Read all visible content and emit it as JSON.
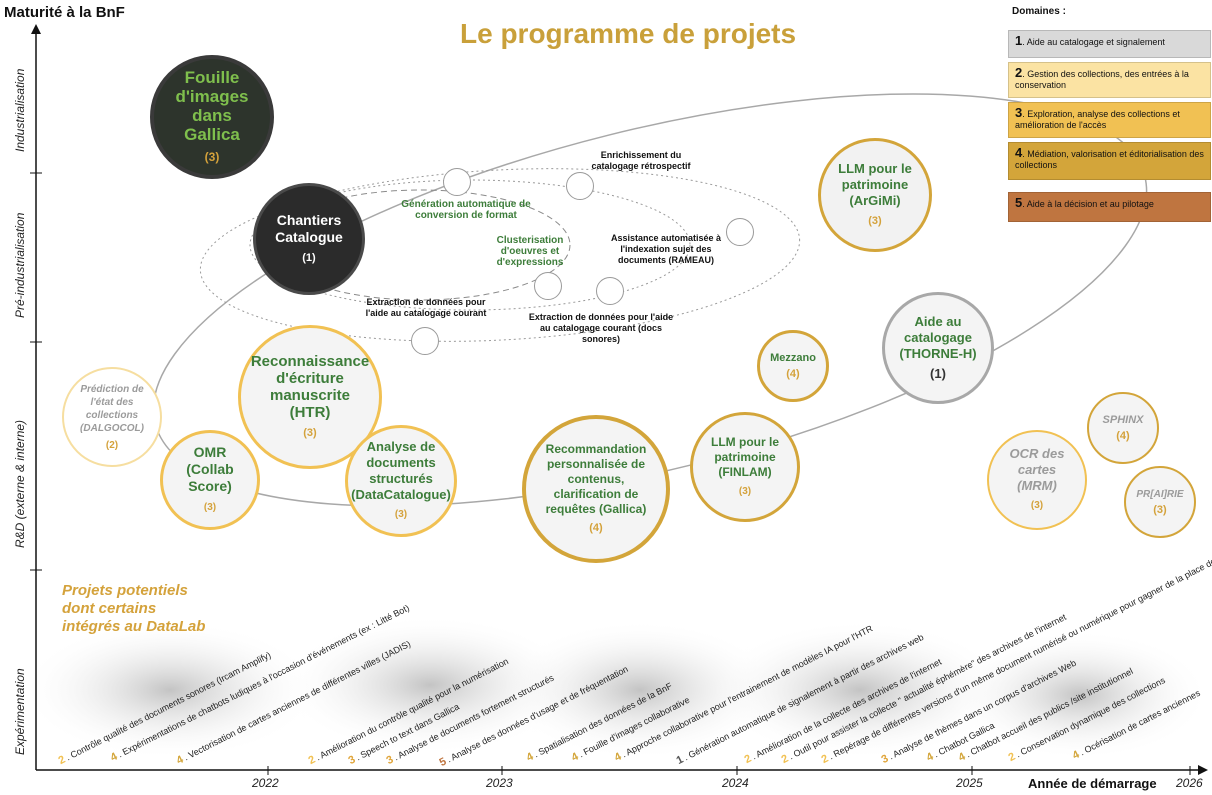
{
  "title": "Le programme de projets",
  "y_title": "Maturité à la BnF",
  "x_title": "Année de démarrage",
  "levels": [
    "Industrialisation",
    "Pré-industrialisation",
    "R&D (externe & interne)",
    "Expérimentation"
  ],
  "years": [
    "2022",
    "2023",
    "2024",
    "2025",
    "2026"
  ],
  "domains_title": "Domaines :",
  "domains": [
    {
      "num": "1",
      "label": ". Aide au catalogage et signalement",
      "color": "#d9d9d9"
    },
    {
      "num": "2",
      "label": ". Gestion des collections, des entrées à la conservation",
      "color": "#fbe3a3"
    },
    {
      "num": "3",
      "label": ". Exploration, analyse des collections et amélioration de l'accès",
      "color": "#f1c153"
    },
    {
      "num": "4",
      "label": ". Médiation, valorisation et éditorialisation des collections",
      "color": "#d3a53a"
    },
    {
      "num": "5",
      "label": ". Aide à la décision et au pilotage",
      "color": "#bf7540"
    }
  ],
  "bubbles": {
    "fouille": {
      "name": "Fouille d'images dans Gallica",
      "domain": "(3)"
    },
    "chantiers": {
      "name": "Chantiers Catalogue",
      "domain": "(1)"
    },
    "argimi": {
      "name": "LLM pour le patrimoine (ArGiMi)",
      "domain": "(3)"
    },
    "thorne": {
      "name": "Aide au catalogage (THORNE-H)",
      "domain": "(1)"
    },
    "mezzano": {
      "name": "Mezzano",
      "domain": "(4)"
    },
    "htr": {
      "name": "Reconnaissance d'écriture manuscrite (HTR)",
      "domain": "(3)"
    },
    "dalgocol": {
      "name": "Prédiction de l'état des collections (DALGOCOL)",
      "domain": "(2)"
    },
    "omr": {
      "name": "OMR (Collab Score)",
      "domain": "(3)"
    },
    "datacatalogue": {
      "name": "Analyse de documents structurés (DataCatalogue)",
      "domain": "(3)"
    },
    "recommandation": {
      "name": "Recommandation personnalisée de contenus, clarification de requêtes (Gallica)",
      "domain": "(4)"
    },
    "finlam": {
      "name": "LLM pour le patrimoine (FINLAM)",
      "domain": "(3)"
    },
    "sphinx": {
      "name": "SPHINX",
      "domain": "(4)"
    },
    "mrm": {
      "name": "OCR des cartes (MRM)",
      "domain": "(3)"
    },
    "prairie": {
      "name": "PR[AI]RIE",
      "domain": "(3)"
    }
  },
  "chantiers_items": [
    {
      "text": "Génération automatique de conversion de format",
      "color": "#3d7d3a"
    },
    {
      "text": "Clusterisation d'oeuvres et d'expressions",
      "color": "#3d7d3a"
    },
    {
      "text": "Enrichissement du catalogage rétrospectif",
      "color": "#111111"
    },
    {
      "text": "Assistance automatisée à l'indexation sujet des documents (RAMEAU)",
      "color": "#111111"
    },
    {
      "text": "Extraction de données pour l'aide au catalogage courant",
      "color": "#111111"
    },
    {
      "text": "Extraction de données pour l'aide au catalogage courant (docs sonores)",
      "color": "#111111"
    }
  ],
  "potential_title": "Projets potentiels dont certains intégrés au DataLab",
  "experiments": [
    {
      "num": "2",
      "text": ". Contrôle qualité des documents sonores (Ircam Amplify)",
      "color": "#f1c153"
    },
    {
      "num": "4",
      "text": ". Expérimentations de chatbots ludiques à l'occasion d'événements (ex : Litté Bot)",
      "color": "#d3a53a"
    },
    {
      "num": "4",
      "text": ". Vectorisation de cartes anciennes de différentes villes (JADIS)",
      "color": "#d3a53a"
    },
    {
      "num": "2",
      "text": ". Amélioration du contrôle qualité pour la numérisation",
      "color": "#f1c153"
    },
    {
      "num": "3",
      "text": ". Speech to text dans Gallica",
      "color": "#e0a53a"
    },
    {
      "num": "3",
      "text": ". Analyse de documents fortement structurés",
      "color": "#e0a53a"
    },
    {
      "num": "5",
      "text": ". Analyse des données d'usage et de fréquentation",
      "color": "#bf7540"
    },
    {
      "num": "4",
      "text": ". Spatialisation des données de la BnF",
      "color": "#d3a53a"
    },
    {
      "num": "4",
      "text": ". Fouille d'images collaborative",
      "color": "#d3a53a"
    },
    {
      "num": "4",
      "text": ". Approche collaborative pour l'entrainement de modèles IA pour l'HTR",
      "color": "#d3a53a"
    },
    {
      "num": "1",
      "text": ". Génération automatique de signalement à partir des archives web",
      "color": "#555555"
    },
    {
      "num": "2",
      "text": ". Amélioration de la collecte des archives de l'internet",
      "color": "#f1c153"
    },
    {
      "num": "2",
      "text": ". Outil pour assister la collecte \" actualité éphémère\" des archives de l'internet",
      "color": "#f1c153"
    },
    {
      "num": "2",
      "text": ". Repérage de différentes versions d'un même document numérisé ou numérique pour gagner de la place de stockage",
      "color": "#f1c153"
    },
    {
      "num": "3",
      "text": ". Analyse de thèmes dans un corpus d'archives Web",
      "color": "#e0a53a"
    },
    {
      "num": "4",
      "text": ". Chatbot Gallica",
      "color": "#d3a53a"
    },
    {
      "num": "4",
      "text": ". Chatbot accueil des publics /site institutionnel",
      "color": "#d3a53a"
    },
    {
      "num": "2",
      "text": ". Conservation dynamique des collections",
      "color": "#f1c153"
    },
    {
      "num": "4",
      "text": ". Océrisation de cartes anciennes",
      "color": "#d3a53a"
    }
  ]
}
